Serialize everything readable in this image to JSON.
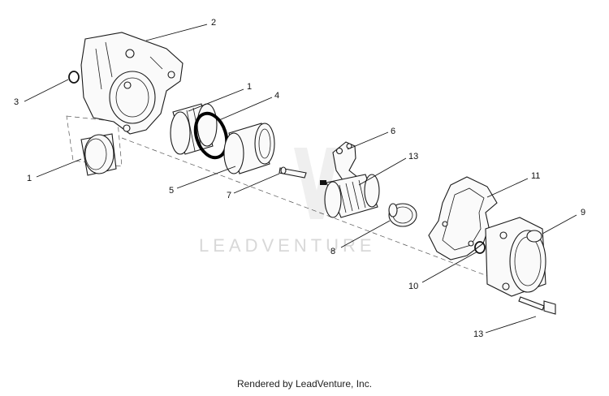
{
  "diagram": {
    "watermark": "LEADVENTURE",
    "callouts": {
      "c1_top": "1",
      "c2": "2",
      "c3": "3",
      "c4": "4",
      "c1_left": "1",
      "c5": "5",
      "c6": "6",
      "c7": "7",
      "c13_top": "13",
      "c11": "11",
      "c9": "9",
      "c8": "8",
      "c10": "10",
      "c13_bottom": "13"
    }
  },
  "footer": {
    "credit": "Rendered by LeadVenture, Inc."
  }
}
